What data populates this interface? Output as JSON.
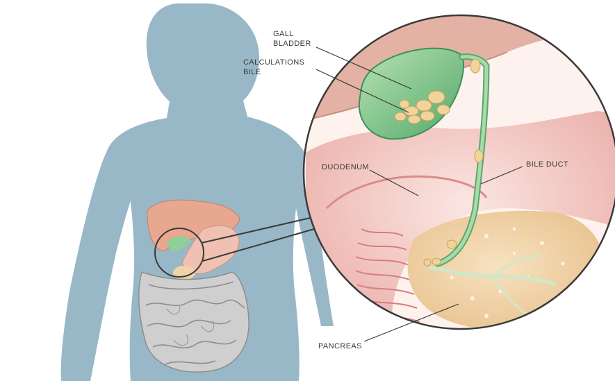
{
  "labels": {
    "gall_bladder_line1": "GALL",
    "gall_bladder_line2": "BLADDER",
    "calculations_bile_line1": "CALCULATIONS",
    "calculations_bile_line2": "BILE",
    "duodenum": "DUODENUM",
    "bile_duct": "BILE DUCT",
    "pancreas": "PANCREAS"
  },
  "colors": {
    "silhouette": "#98b8c8",
    "liver": "#e8a890",
    "gallbladder": "#8fcf98",
    "stones": "#f0d49a",
    "duodenum": "#f2c8c0",
    "pancreas": "#f2d3a8",
    "intestine": "#c9c9c9"
  }
}
